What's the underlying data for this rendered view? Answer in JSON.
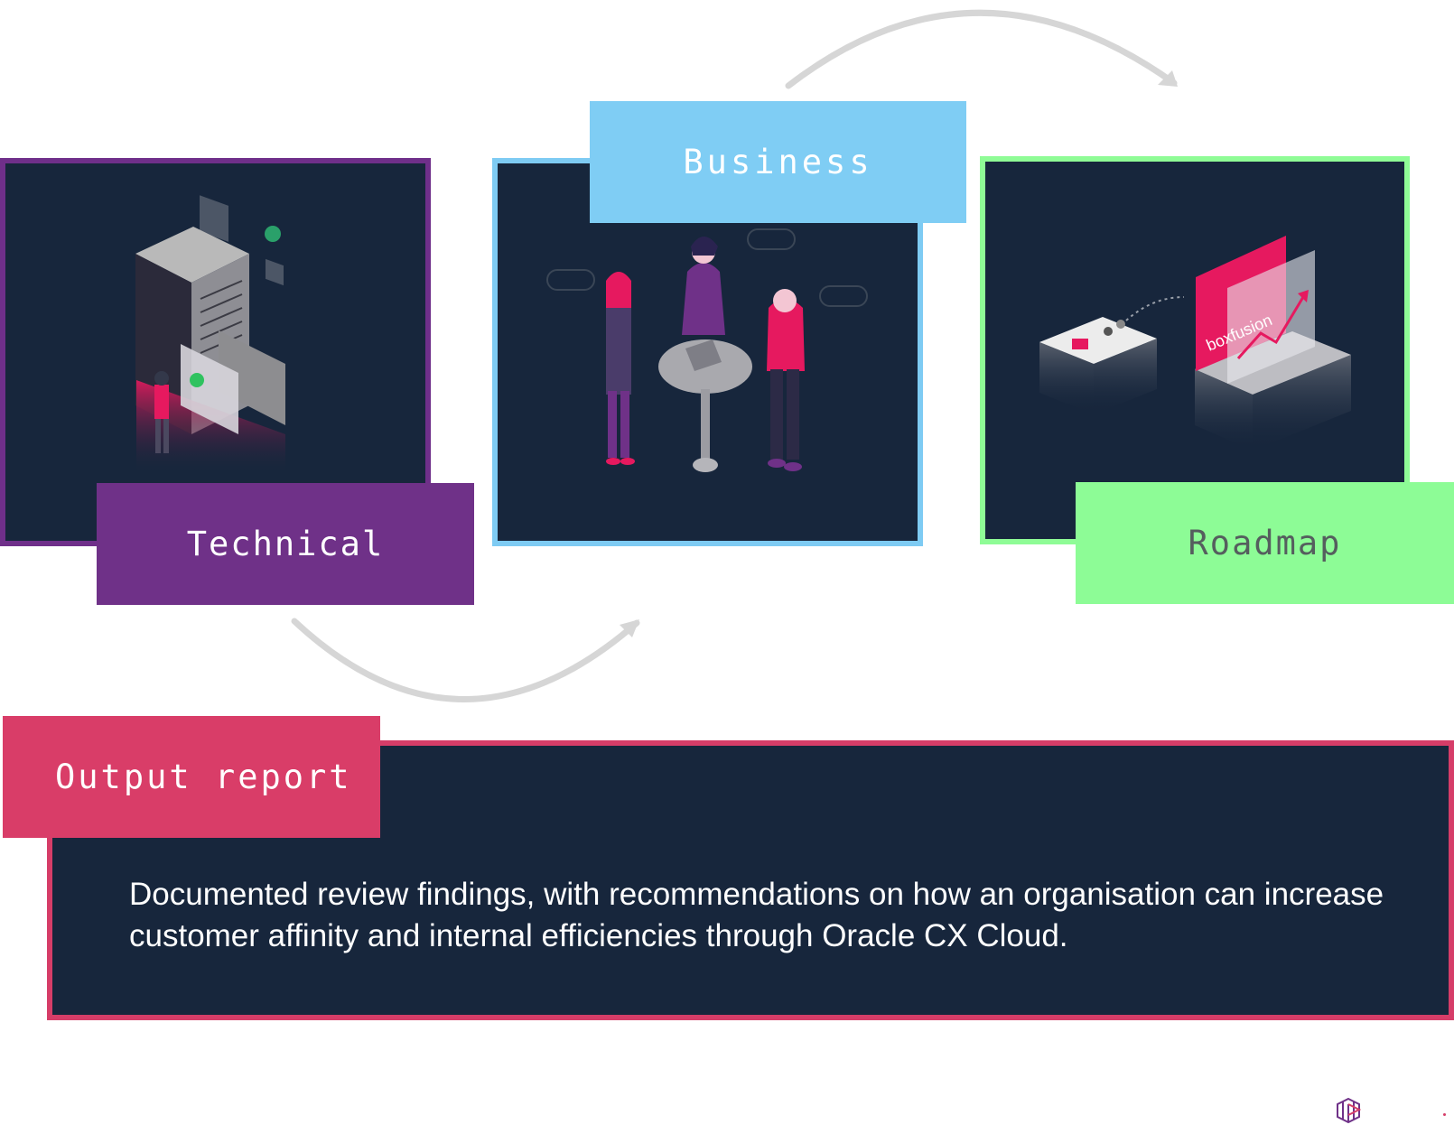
{
  "stages": {
    "technical": {
      "label": "Technical",
      "color": "#6f3188"
    },
    "business": {
      "label": "Business",
      "color": "#7fcdf4"
    },
    "roadmap": {
      "label": "Roadmap",
      "color": "#8dfc96"
    }
  },
  "output": {
    "label": "Output report",
    "color": "#d93d68",
    "description": "Documented review findings, with recommendations on how an organisation can increase customer affinity and internal efficiencies through Oracle CX Cloud."
  },
  "illustrations": {
    "roadmap_screen_text": "boxfusion"
  },
  "icons": {
    "logo": "cube-logo-icon"
  }
}
